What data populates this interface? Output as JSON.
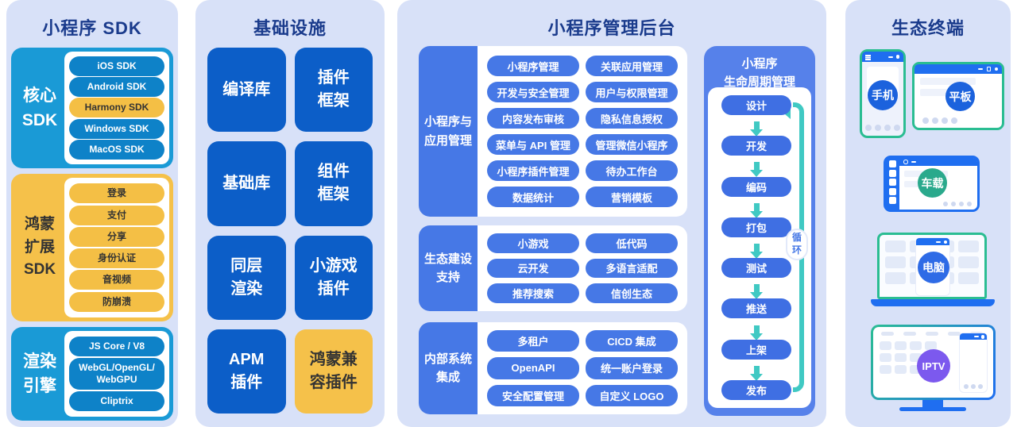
{
  "colors": {
    "panel_bg": "#d8e1f8",
    "title_navy": "#1a3b8c",
    "cyan": "#1a9ad6",
    "cyan_pill": "#0e82c8",
    "yellow": "#f5c14a",
    "deep_blue": "#0c5ec8",
    "royal_blue": "#4678e6",
    "lifecycle_bg": "#5681ea",
    "step_blue": "#3f6fe3",
    "teal_arrow": "#40c9c3",
    "device_green": "#2abd92",
    "device_blue": "#1f6ef0",
    "iptv_purple": "#7c59ee"
  },
  "sdk_panel": {
    "title": "小程序 SDK",
    "core": {
      "label_line1": "核心",
      "label_line2": "SDK",
      "pills": [
        "iOS SDK",
        "Android SDK",
        "Harmony SDK",
        "Windows SDK",
        "MacOS SDK"
      ]
    },
    "harmony": {
      "label_line1": "鸿蒙",
      "label_line2": "扩展",
      "label_line3": "SDK",
      "pills": [
        "登录",
        "支付",
        "分享",
        "身份认证",
        "音视频",
        "防崩溃"
      ]
    },
    "render": {
      "label_line1": "渲染",
      "label_line2": "引擎",
      "pill1": "JS Core / V8",
      "pill2_line1": "WebGL/OpenGL/",
      "pill2_line2": "WebGPU",
      "pill3": "Cliptrix"
    }
  },
  "infra_panel": {
    "title": "基础设施",
    "tiles": [
      {
        "line1": "编译库",
        "line2": ""
      },
      {
        "line1": "插件",
        "line2": "框架"
      },
      {
        "line1": "基础库",
        "line2": ""
      },
      {
        "line1": "组件",
        "line2": "框架"
      },
      {
        "line1": "同层",
        "line2": "渲染"
      },
      {
        "line1": "小游戏",
        "line2": "插件"
      },
      {
        "line1": "APM",
        "line2": "插件"
      },
      {
        "line1": "鸿蒙兼",
        "line2": "容插件"
      }
    ]
  },
  "admin_panel": {
    "title": "小程序管理后台",
    "group1": {
      "label_line1": "小程序与",
      "label_line2": "应用管理",
      "pills": [
        "小程序管理",
        "关联应用管理",
        "开发与安全管理",
        "用户与权限管理",
        "内容发布审核",
        "隐私信息授权",
        "菜单与 API 管理",
        "管理微信小程序",
        "小程序插件管理",
        "待办工作台",
        "数据统计",
        "营销模板"
      ]
    },
    "group2": {
      "label_line1": "生态建设",
      "label_line2": "支持",
      "pills": [
        "小游戏",
        "低代码",
        "云开发",
        "多语言适配",
        "推荐搜索",
        "信创生态"
      ]
    },
    "group3": {
      "label_line1": "内部系统",
      "label_line2": "集成",
      "pills": [
        "多租户",
        "CICD 集成",
        "OpenAPI",
        "统一账户登录",
        "安全配置管理",
        "自定义 LOGO"
      ]
    },
    "lifecycle": {
      "title_line1": "小程序",
      "title_line2": "生命周期管理",
      "steps": [
        "设计",
        "开发",
        "编码",
        "打包",
        "测试",
        "推送",
        "上架",
        "发布"
      ],
      "loop_label": "循环"
    }
  },
  "terminal_panel": {
    "title": "生态终端",
    "devices": {
      "phone": "手机",
      "tablet": "平板",
      "car": "车载",
      "pc": "电脑",
      "iptv": "IPTV"
    }
  }
}
